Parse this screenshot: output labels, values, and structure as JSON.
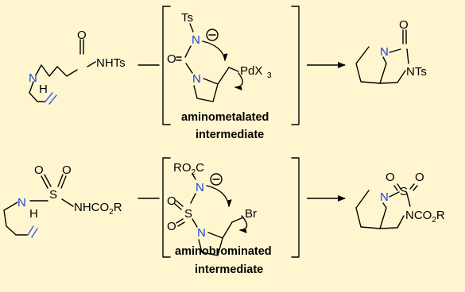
{
  "colors": {
    "background": "#fff6cf",
    "ink": "#000000",
    "nitrogen": "#1f3fe0",
    "alkene": "#3a5cf0"
  },
  "top": {
    "reactant": {
      "o": "O",
      "nh1": "N",
      "h1": "H",
      "nhts": "NHTs"
    },
    "intermediate": {
      "ts": "Ts",
      "n_anion": "N",
      "o": "O",
      "n_ring": "N",
      "pd": "PdX",
      "pd_sub": "3",
      "caption_line1": "aminometalated",
      "caption_line2": "intermediate"
    },
    "product": {
      "o": "O",
      "n1": "N",
      "nts": "NTs"
    }
  },
  "bottom": {
    "reactant": {
      "o1": "O",
      "o2": "O",
      "s": "S",
      "n": "N",
      "h": "H",
      "nhco": "NHCO",
      "nhco_sub": "2",
      "nhco_r": "R"
    },
    "intermediate": {
      "ro": "RO",
      "ro_sub": "2",
      "ro_c": "C",
      "n_anion": "N",
      "o1": "O",
      "o2": "O",
      "s": "S",
      "n_ring": "N",
      "br": "Br",
      "caption_line1": "aminobrominated",
      "caption_line2": "intermediate"
    },
    "product": {
      "o1": "O",
      "o2": "O",
      "s": "S",
      "n1": "N",
      "nco": "NCO",
      "nco_sub": "2",
      "nco_r": "R"
    }
  },
  "icons": {
    "charge": "minus-charge-icon",
    "arrows": "reaction-arrow-icon",
    "curved": "curved-electron-arrow-icon"
  }
}
